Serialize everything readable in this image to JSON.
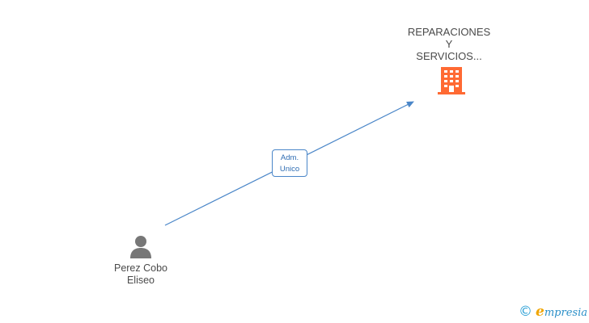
{
  "company": {
    "name_line1": "REPARACIONES",
    "name_line2": "Y",
    "name_line3": "SERVICIOS...",
    "icon": "building-icon",
    "color": "#ff6a33"
  },
  "person": {
    "name_line1": "Perez Cobo",
    "name_line2": "Eliseo",
    "icon": "person-icon",
    "color": "#777777"
  },
  "relation": {
    "role_line1": "Adm.",
    "role_line2": "Unico",
    "color": "#4a86c8"
  },
  "footer": {
    "copyright_symbol": "©",
    "brand_initial": "e",
    "brand_rest": "mpresia",
    "brand_color": "#2a8fc8",
    "accent_color": "#f0a500"
  }
}
